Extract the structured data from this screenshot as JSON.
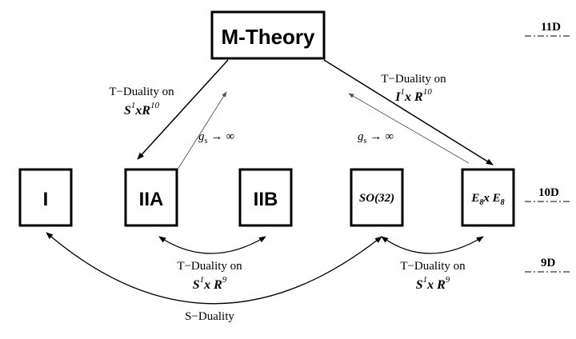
{
  "nodes": {
    "m_theory": "M-Theory",
    "type_i": "I",
    "type_iia": "IIA",
    "type_iib": "IIB",
    "so32": "SO(32)",
    "e8xe8": {
      "main": "E",
      "sub1": "8",
      "mid": "x E",
      "sub2": "8"
    }
  },
  "edges": {
    "mtheory_to_iia": {
      "line1": "T−Duality on",
      "base1": "S",
      "sup1": "1",
      "mid": "xR",
      "sup2": "10"
    },
    "mtheory_to_e8": {
      "line1": "T−Duality on",
      "base1": "I",
      "sup1": "1",
      "mid": "x R",
      "sup2": "10"
    },
    "gs_left": {
      "g": "g",
      "sub": "s",
      "arrow": "→",
      "inf": "∞"
    },
    "gs_right": {
      "g": "g",
      "sub": "s",
      "arrow": "→",
      "inf": "∞"
    },
    "iia_iib": {
      "line1": "T−Duality on",
      "base1": "S",
      "sup1": "1",
      "mid": "x R",
      "sup2": "9"
    },
    "so32_e8": {
      "line1": "T−Duality on",
      "base1": "S",
      "sup1": "1",
      "mid": "x R",
      "sup2": "9"
    },
    "s_duality": "S−Duality"
  },
  "dimensions": {
    "d11": "11D",
    "d10": "10D",
    "d9": "9D"
  }
}
